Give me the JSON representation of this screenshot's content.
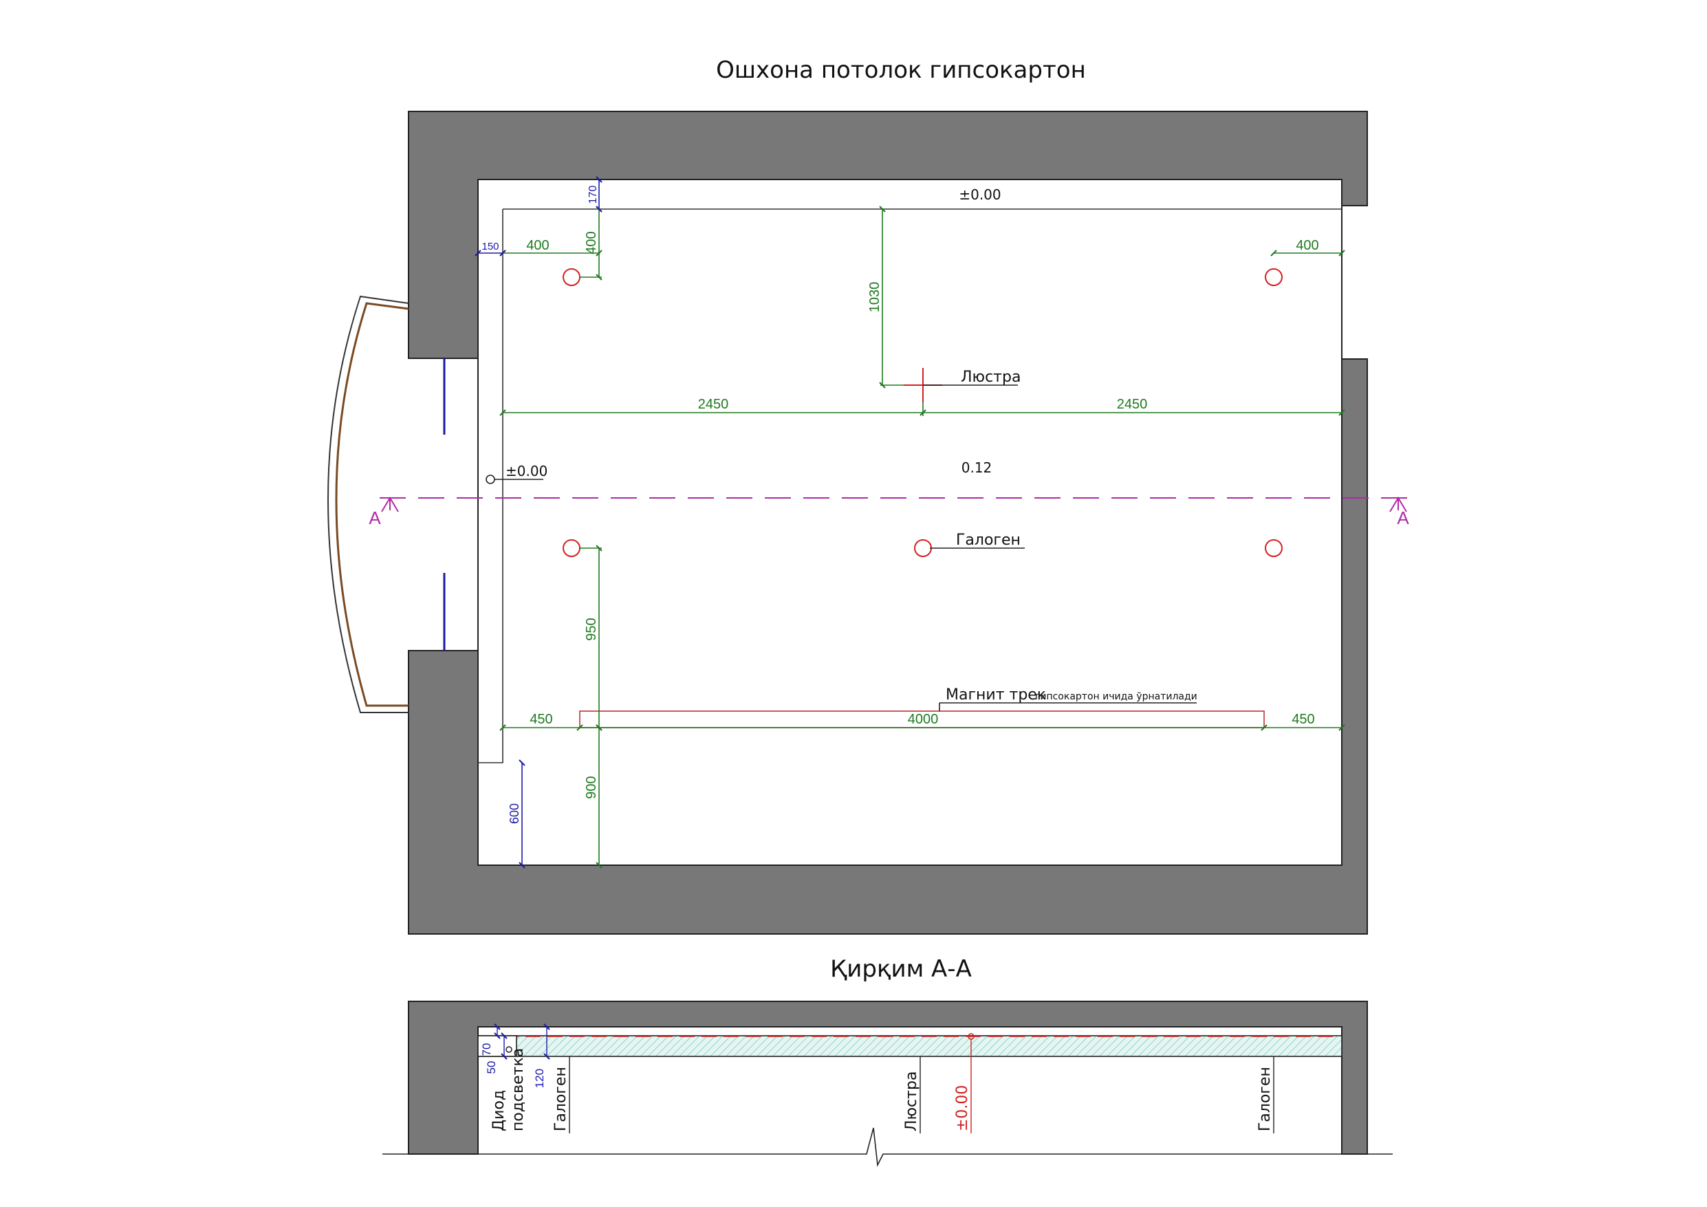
{
  "titles": {
    "plan": "Ошхона  потолок гипсокартон",
    "section": "Қирқим А-А"
  },
  "plan": {
    "level_top": "±0.00",
    "level_left": "±0.00",
    "ceiling_height": "0.12",
    "section_mark_left": "A",
    "section_mark_right": "A",
    "labels": {
      "chandelier": "Люстра",
      "halogen": "Галоген",
      "track": "Магнит трек",
      "track_note": "гипсокартон ичида ўрнатилади"
    },
    "dims": {
      "d170": "170",
      "d150": "150",
      "d400_left": "400",
      "d400_vert": "400",
      "d400_right": "400",
      "d1030": "1030",
      "d2450_left": "2450",
      "d2450_right": "2450",
      "d950": "950",
      "d450_left": "450",
      "d4000": "4000",
      "d450_right": "450",
      "d900": "900",
      "d600": "600"
    }
  },
  "section": {
    "dims": {
      "d50": "50",
      "d70": "70",
      "d120": "120"
    },
    "labels": {
      "diode": "Диод",
      "backlight": "подсветка",
      "halogen_left": "Галоген",
      "chandelier": "Люстра",
      "level": "±0.00",
      "halogen_right": "Галоген"
    }
  },
  "colors": {
    "wall": "#787878",
    "dimension": "#1e7a1e",
    "dimension_small": "#1a1aa8",
    "fixture": "#d42020",
    "section_line": "#b02aa8",
    "window_frame": "#7a4a22",
    "hatch": "#5fbfb0"
  },
  "icons": {
    "fixture": "red-circle-icon",
    "chandelier": "red-cross-icon",
    "level": "level-marker-icon"
  }
}
